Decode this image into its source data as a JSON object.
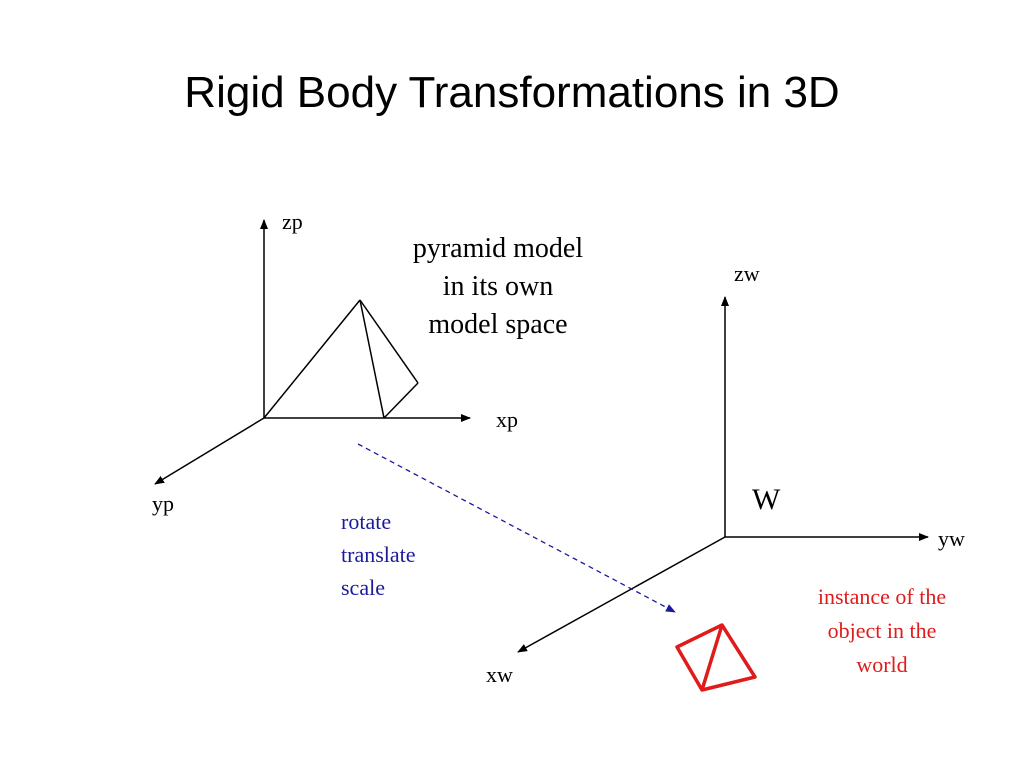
{
  "title": "Rigid Body Transformations in 3D",
  "model_axes": {
    "z": "zp",
    "x": "xp",
    "y": "yp"
  },
  "model_caption": [
    "pyramid model",
    "in its own",
    "model space"
  ],
  "world_axes": {
    "z": "zw",
    "y": "yw",
    "x": "xw"
  },
  "world_label": "W",
  "operations": [
    "rotate",
    "translate",
    "scale"
  ],
  "world_note": [
    "instance of the",
    "object in the",
    "world"
  ],
  "colors": {
    "operations": "#1a1a9c",
    "arrow": "#1a1a9c",
    "instance": "#e01b1b",
    "lines": "#000000"
  }
}
